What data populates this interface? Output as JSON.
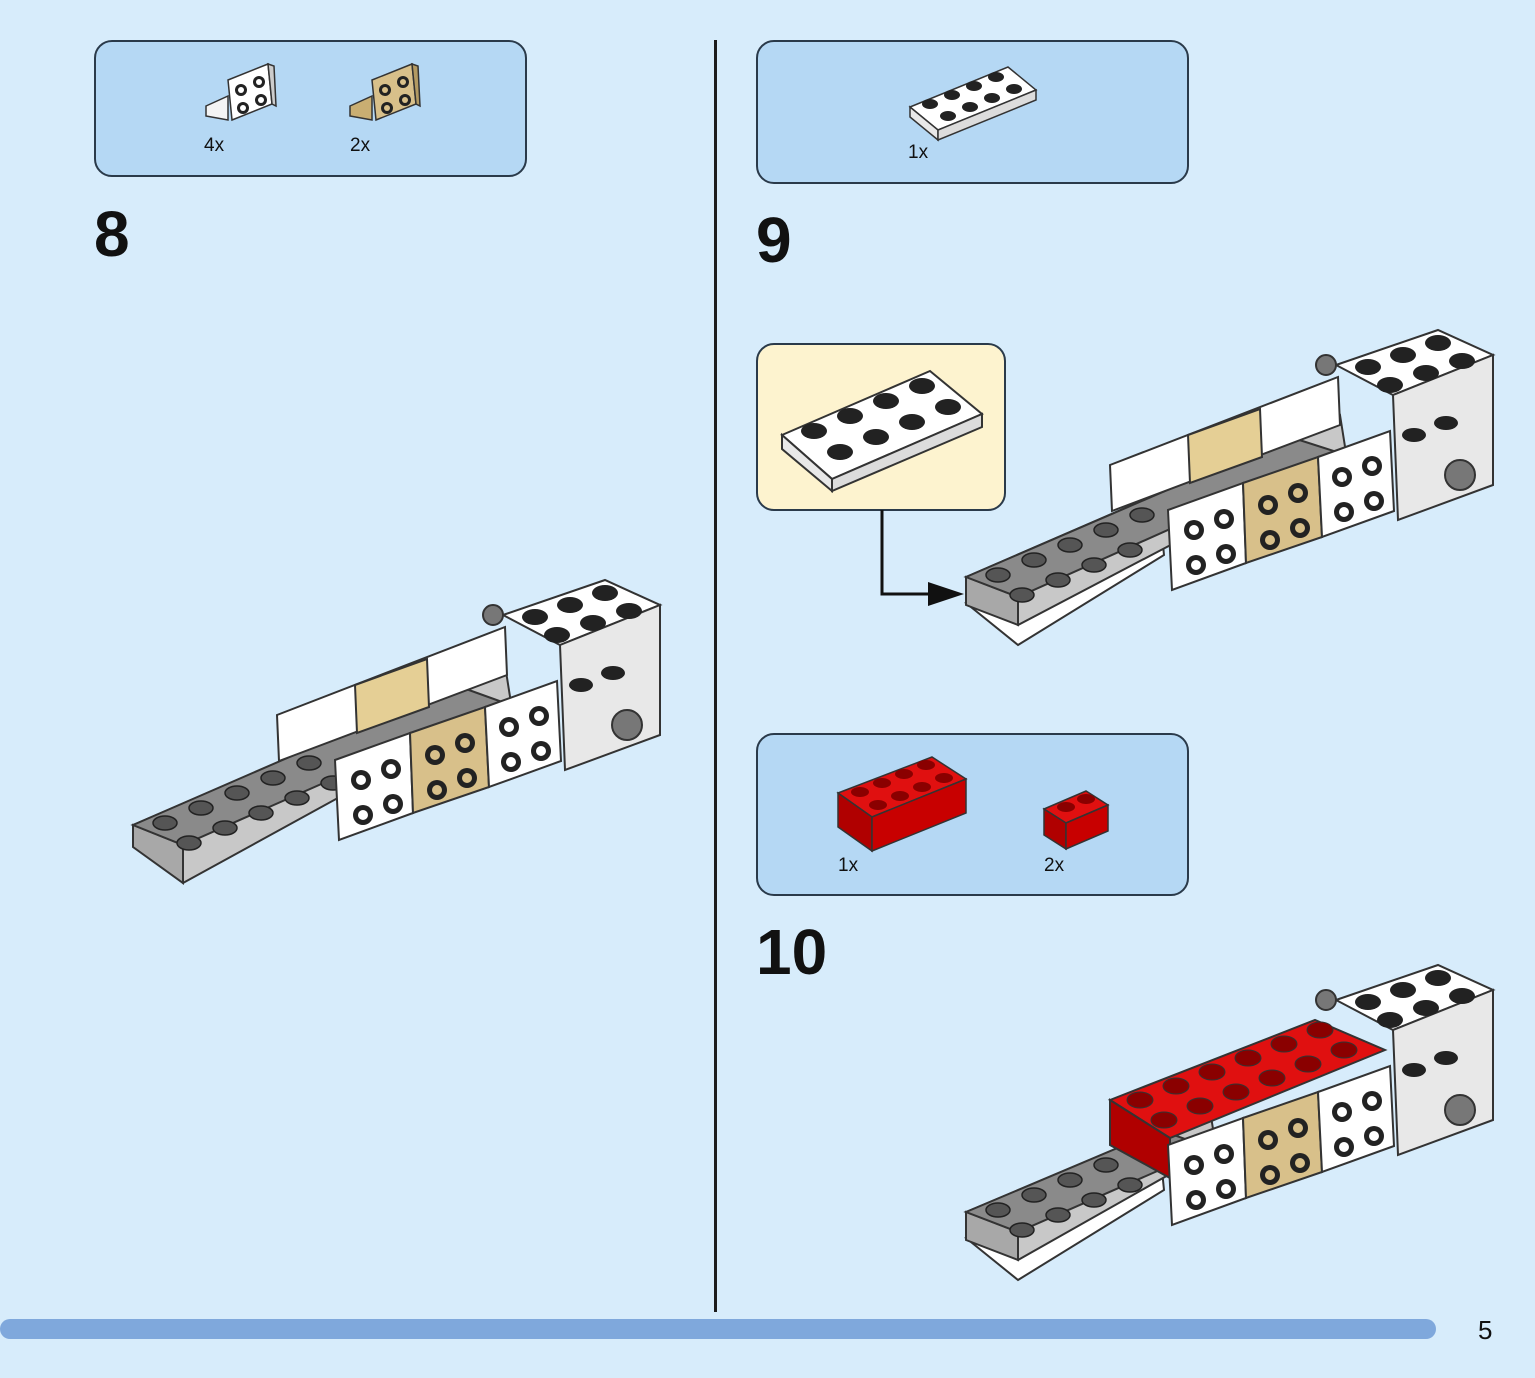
{
  "page": {
    "number": "5"
  },
  "steps": [
    {
      "number": "8",
      "parts": [
        {
          "qty": "4x",
          "icon": "white-bracket-1x2-2x2-icon",
          "color": "#ffffff"
        },
        {
          "qty": "2x",
          "icon": "tan-bracket-1x2-2x2-icon",
          "color": "#d8c08a"
        }
      ]
    },
    {
      "number": "9",
      "parts": [
        {
          "qty": "1x",
          "icon": "white-plate-2x4-icon",
          "color": "#ffffff"
        }
      ]
    },
    {
      "number": "10",
      "parts": [
        {
          "qty": "1x",
          "icon": "red-brick-2x4-icon",
          "color": "#d40000"
        },
        {
          "qty": "2x",
          "icon": "red-brick-1x2-icon",
          "color": "#d40000"
        }
      ]
    }
  ],
  "colors": {
    "background": "#d7ecfb",
    "parts_box": "#b5d8f4",
    "callout": "#fdf3cf",
    "progress": "#7fa8dc",
    "gray_brick": "#8a8a8a",
    "tan_brick": "#d8c08a",
    "red_brick": "#d40000"
  }
}
